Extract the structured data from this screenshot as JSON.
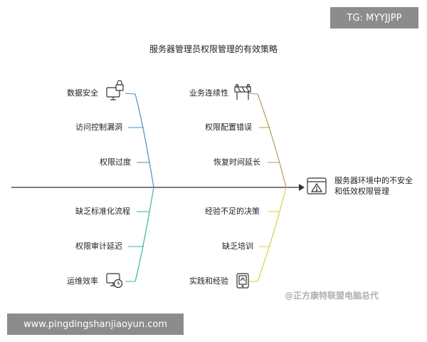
{
  "title": "服务器管理员权限管理的有效策略",
  "effect": {
    "line1": "服务器环境中的不安全",
    "line2": "和低效权限管理"
  },
  "branches": {
    "upper_left": {
      "color": "#4a8fc2",
      "items": [
        "数据安全",
        "访问控制漏洞",
        "权限过度"
      ],
      "icon": "monitor-lock-icon"
    },
    "upper_right": {
      "color": "#b59a5a",
      "items": [
        "业务连续性",
        "权限配置错误",
        "恢复时间延长"
      ],
      "icon": "barrier-icon"
    },
    "lower_left": {
      "color": "#3fb2a0",
      "items": [
        "缺乏标准化流程",
        "权限审计延迟",
        "运维效率"
      ],
      "icon": "monitor-clock-icon"
    },
    "lower_right": {
      "color": "#d8cf3c",
      "items": [
        "经验不足的决策",
        "缺乏培训",
        "实践和经验"
      ],
      "icon": "tablet-icon"
    }
  },
  "overlays": {
    "badge": "TG: MYYJJPP",
    "footer": "www.pingdingshanjiaoyun.com",
    "watermark": "@正方康特联盟电脑总代"
  }
}
